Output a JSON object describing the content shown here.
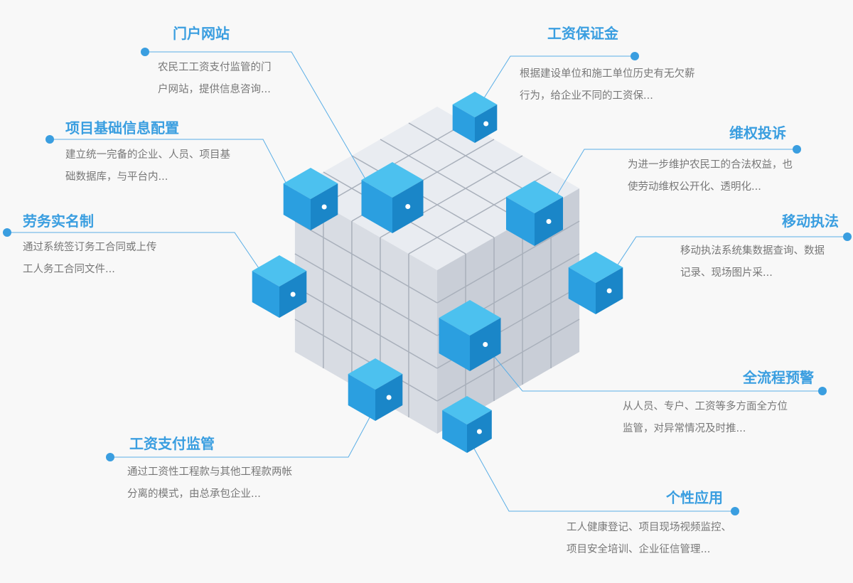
{
  "accent": "#3a9ee0",
  "features": [
    {
      "title": "门户网站",
      "lines": [
        "农民工工资支付监管的门",
        "户网站，提供信息咨询..."
      ]
    },
    {
      "title": "工资保证金",
      "lines": [
        "根据建设单位和施工单位历史有无欠薪",
        "行为，给企业不同的工资保..."
      ]
    },
    {
      "title": "项目基础信息配置",
      "lines": [
        "建立统一完备的企业、人员、项目基",
        "础数据库，与平台内..."
      ]
    },
    {
      "title": "维权投诉",
      "lines": [
        "为进一步维护农民工的合法权益，也",
        "使劳动维权公开化、透明化..."
      ]
    },
    {
      "title": "劳务实名制",
      "lines": [
        "通过系统签订务工合同或上传",
        "工人务工合同文件..."
      ]
    },
    {
      "title": "移动执法",
      "lines": [
        "移动执法系统集数据查询、数据",
        "记录、现场图片采..."
      ]
    },
    {
      "title": "全流程预警",
      "lines": [
        "从人员、专户、工资等多方面全方位",
        "监管，对异常情况及时推..."
      ]
    },
    {
      "title": "工资支付监管",
      "lines": [
        "通过工资性工程款与其他工程款两帐",
        "分离的模式，由总承包企业..."
      ]
    },
    {
      "title": "个性应用",
      "lines": [
        "工人健康登记、项目现场视频监控、",
        "项目安全培训、企业征信管理..."
      ]
    }
  ]
}
